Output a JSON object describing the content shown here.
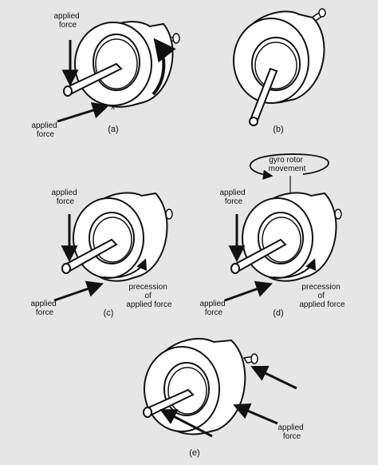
{
  "figure": {
    "colors": {
      "background": "#e6e6e6",
      "ink": "#111111",
      "rotor": "#ffffff"
    },
    "panels": [
      {
        "id": "a",
        "caption": "(a)",
        "labels": {
          "top_force": [
            "applied",
            "force"
          ],
          "bottom_force": [
            "applied",
            "force"
          ],
          "point": "x"
        }
      },
      {
        "id": "b",
        "caption": "(b)"
      },
      {
        "id": "c",
        "caption": "(c)",
        "labels": {
          "top_force": [
            "applied",
            "force"
          ],
          "bottom_force": [
            "applied",
            "force"
          ],
          "precession": [
            "precession",
            "of",
            "applied force"
          ]
        }
      },
      {
        "id": "d",
        "caption": "(d)",
        "labels": {
          "rotor_movement": [
            "gyro rotor",
            "movement"
          ],
          "top_force": [
            "applied",
            "force"
          ],
          "bottom_force": [
            "applied",
            "force"
          ],
          "precession": [
            "precession",
            "of",
            "applied force"
          ]
        }
      },
      {
        "id": "e",
        "caption": "(e)",
        "labels": {
          "force": [
            "applied",
            "force"
          ]
        }
      }
    ]
  }
}
